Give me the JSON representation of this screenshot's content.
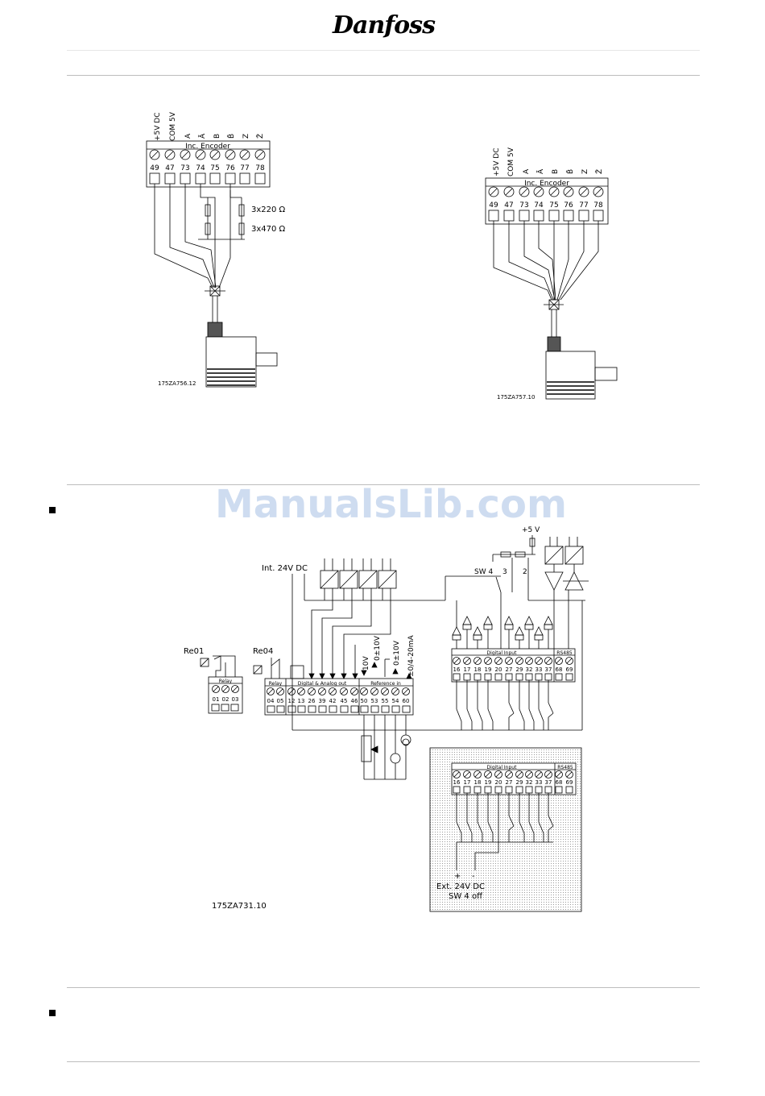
{
  "header": {
    "brand": "Danfoss"
  },
  "watermark": "ManualsLib.com",
  "encoder_terminal": {
    "supply_labels": [
      "+5V DC",
      "COM 5V"
    ],
    "signal_labels": [
      "A",
      "Ā",
      "B",
      "B̄",
      "Z",
      "Z̄"
    ],
    "block_title": "Inc. Encoder",
    "terminals": [
      "49",
      "47",
      "73",
      "74",
      "75",
      "76",
      "77",
      "78"
    ]
  },
  "figure1": {
    "resistor_labels": [
      "3x220 Ω",
      "3x470 Ω"
    ],
    "id": "175ZA756.12"
  },
  "figure2": {
    "id": "175ZA757.10"
  },
  "figure3": {
    "supply_label": "+5 V",
    "switch_labels": [
      "SW 4",
      "3",
      "2"
    ],
    "int_supply": "Int. 24V DC",
    "relays": [
      "Re01",
      "Re04"
    ],
    "relay_block": {
      "title": "Relay",
      "terminals": [
        "01",
        "02",
        "03"
      ]
    },
    "main_block": {
      "groups": [
        "Relay",
        "Digital & Analog out",
        "Reference in"
      ],
      "terminals": [
        "04",
        "05",
        "12",
        "13",
        "26",
        "39",
        "42",
        "45",
        "46",
        "50",
        "53",
        "55",
        "54",
        "60"
      ]
    },
    "ref_labels": [
      "10V",
      "0±10V",
      "0±10V",
      "±0/4-20mA"
    ],
    "digital_block": {
      "groups": [
        "Digital Input",
        "RS485"
      ],
      "terminals": [
        "16",
        "17",
        "18",
        "19",
        "20",
        "27",
        "29",
        "32",
        "33",
        "37",
        "68",
        "69"
      ]
    },
    "ext_box": {
      "polarity": [
        "+",
        "-"
      ],
      "lines": [
        "Ext. 24V DC",
        "SW 4 off"
      ]
    },
    "id": "175ZA731.10"
  }
}
